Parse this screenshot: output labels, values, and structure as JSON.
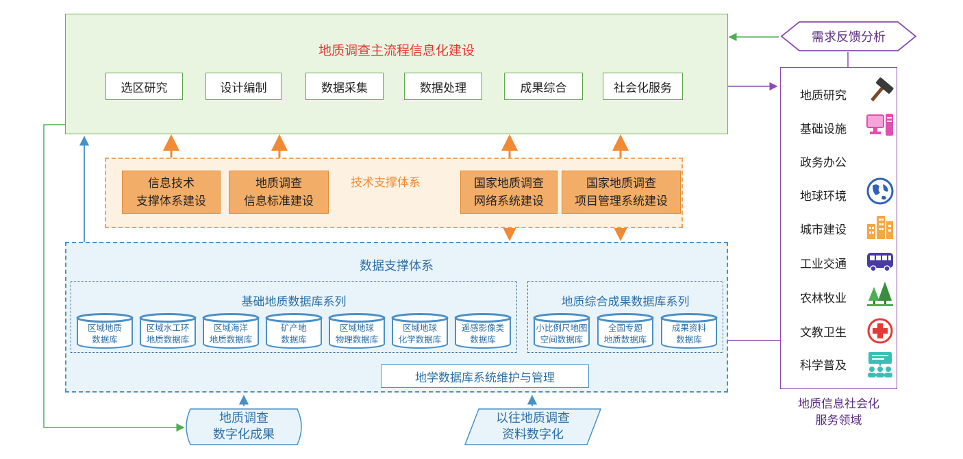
{
  "top": {
    "title": "地质调查主流程信息化建设",
    "steps": [
      "选区研究",
      "设计编制",
      "数据采集",
      "数据处理",
      "成果综合",
      "社会化服务"
    ]
  },
  "feedback": {
    "label": "需求反馈分析"
  },
  "tech": {
    "label": "技术支撑体系",
    "boxes": [
      {
        "line1": "信息技术",
        "line2": "支撑体系建设"
      },
      {
        "line1": "地质调查",
        "line2": "信息标准建设"
      },
      {
        "line1": "国家地质调查",
        "line2": "网络系统建设"
      },
      {
        "line1": "国家地质调查",
        "line2": "项目管理系统建设"
      }
    ]
  },
  "data": {
    "title": "数据支撑体系",
    "basic": {
      "title": "基础地质数据库系列",
      "dbs": [
        {
          "line1": "区域地质",
          "line2": "数据库"
        },
        {
          "line1": "区域水工环",
          "line2": "地质数据库"
        },
        {
          "line1": "区域海洋",
          "line2": "地质数据库"
        },
        {
          "line1": "矿产地",
          "line2": "数据库"
        },
        {
          "line1": "区域地球",
          "line2": "物理数据库"
        },
        {
          "line1": "区域地球",
          "line2": "化学数据库"
        },
        {
          "line1": "遥感影像类",
          "line2": "数据库"
        }
      ]
    },
    "comprehensive": {
      "title": "地质综合成果数据库系列",
      "dbs": [
        {
          "line1": "小比例尺地图",
          "line2": "空间数据库"
        },
        {
          "line1": "全国专题",
          "line2": "地质数据库"
        },
        {
          "line1": "成果资料",
          "line2": "数据库"
        }
      ]
    },
    "management": "地学数据库系统维护与管理"
  },
  "inputs": {
    "digital": {
      "line1": "地质调查",
      "line2": "数字化成果"
    },
    "past": {
      "line1": "以往地质调查",
      "line2": "资料数字化"
    }
  },
  "services": {
    "caption_line1": "地质信息社会化",
    "caption_line2": "服务领域",
    "sectors": [
      {
        "label": "地质研究",
        "icon": "hammer-icon"
      },
      {
        "label": "基础设施",
        "icon": "computer-icon"
      },
      {
        "label": "政务办公",
        "icon": ""
      },
      {
        "label": "地球环境",
        "icon": "globe-icon"
      },
      {
        "label": "城市建设",
        "icon": "buildings-icon"
      },
      {
        "label": "工业交通",
        "icon": "bus-icon"
      },
      {
        "label": "农林牧业",
        "icon": "trees-icon"
      },
      {
        "label": "文教卫生",
        "icon": "medical-cross-icon"
      },
      {
        "label": "科学普及",
        "icon": "presentation-icon"
      }
    ]
  },
  "colors": {
    "green": "#6ab04c",
    "orange": "#f08a33",
    "blue": "#4a90c8",
    "purple": "#8a4ab0",
    "title_red": "#e53935"
  }
}
